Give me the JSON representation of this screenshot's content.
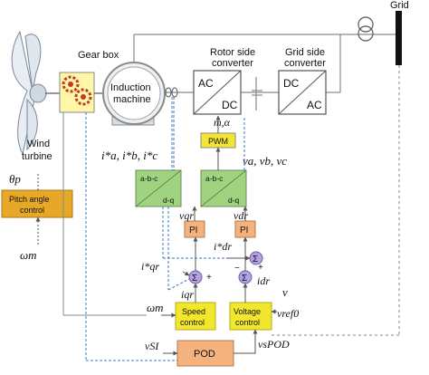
{
  "labels": {
    "grid": "Grid",
    "gear_box": "Gear box",
    "rotor_side_converter_1": "Rotor side",
    "rotor_side_converter_2": "converter",
    "grid_side_converter_1": "Grid side",
    "grid_side_converter_2": "converter",
    "induction_machine_1": "Induction",
    "induction_machine_2": "machine",
    "conv1_ac": "AC",
    "conv1_dc": "DC",
    "conv2_dc": "DC",
    "conv2_ac": "AC",
    "wind_turbine_1": "Wind",
    "wind_turbine_2": "turbine",
    "pitch_1": "Pitch angle",
    "pitch_2": "control",
    "pwm": "PWM",
    "abc_dq_left_1": "a-b-c",
    "abc_dq_left_2": "d-q",
    "abc_dq_right_1": "a-b-c",
    "abc_dq_right_2": "d-q",
    "pi_left": "PI",
    "pi_right": "PI",
    "sum_symbol": "Σ",
    "speed_1": "Speed",
    "speed_2": "control",
    "voltage_1": "Voltage",
    "voltage_2": "control",
    "pod": "POD"
  },
  "signals": {
    "m_alpha": "m,α",
    "i_abc_star": "i*a, i*b, i*c",
    "v_abc": "va, vb, vc",
    "theta_p": "θp",
    "omega_m": "ωm",
    "v_qr": "vqr",
    "v_dr": "vdr",
    "i_dr_star": "i*dr",
    "i_qr_star": "i*qr",
    "i_qr": "iqr",
    "i_dr": "idr",
    "v": "v",
    "v0_ref": "vref0",
    "v_si": "vSI",
    "vs_pod": "vsPOD",
    "plus": "+",
    "minus": "−"
  },
  "colors": {
    "converter_green": "#9fd37f",
    "pwm_yellow": "#f5e533",
    "pi_orange": "#f3b27e",
    "control_yellow": "#f2e72c",
    "pitch_orange": "#e7a827",
    "gearbox_yellow": "#fff6a8",
    "sum_purple": "#b3a2df",
    "line_gray": "#8a8a8a",
    "dashed_blue": "#3a78c4"
  }
}
